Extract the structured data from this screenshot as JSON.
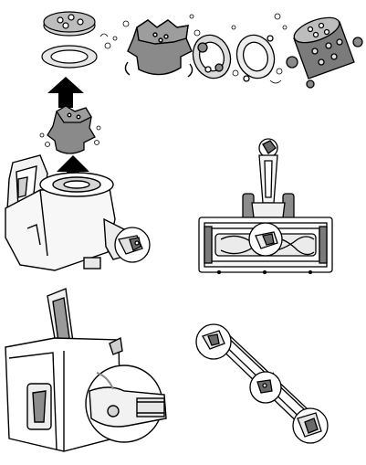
{
  "figure": {
    "kind": "vacuum cleaner maintenance illustration",
    "panels": [
      {
        "id": "filter-disassembly",
        "steps": [
          "remove-filter-assembly",
          "separate-filter-parts"
        ],
        "arrow_direction": "up"
      },
      {
        "id": "floor-brush-clog",
        "has_magnifier": true
      },
      {
        "id": "dust-bin-inlet-clog",
        "has_magnifier": true
      },
      {
        "id": "extension-tube-clog",
        "magnifier_count": 3
      }
    ]
  },
  "colors": {
    "line": "#000000",
    "dark_gray": "#4a4a4a",
    "mid_gray": "#8c8c8c",
    "light_gray": "#cfcfcf",
    "background": "#ffffff"
  }
}
